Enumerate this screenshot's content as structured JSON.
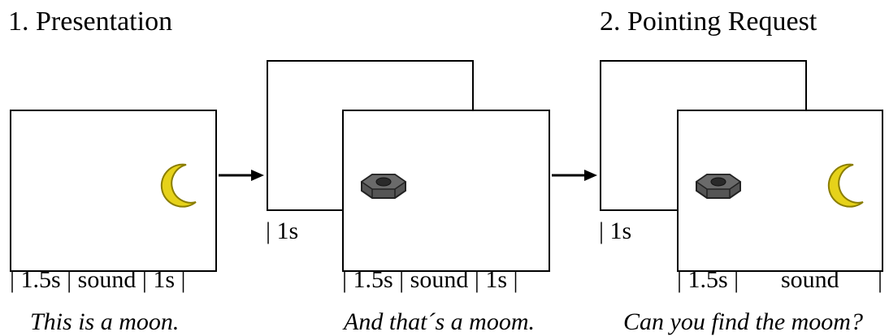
{
  "headings": {
    "presentation": "1. Presentation",
    "pointing_request": "2. Pointing Request"
  },
  "panels": {
    "p1": {
      "timing": "| 1.5s | sound | 1s |",
      "caption": "This is a moon.",
      "object": "moon-icon"
    },
    "p2": {
      "back_timing": "| 1s",
      "timing": "| 1.5s | sound | 1s |",
      "caption": "And that´s a moom.",
      "object": "nut-icon"
    },
    "p3": {
      "back_timing": "| 1s",
      "timing_left": "| 1.5s |",
      "timing_sound": "sound",
      "timing_right": "|",
      "caption": "Can you find the moom?",
      "objects": [
        "nut-icon",
        "moon-icon"
      ]
    }
  },
  "colors": {
    "moon_fill": "#e6d21a",
    "moon_edge": "#8a7d00",
    "nut_fill": "#555555",
    "nut_edge": "#222222"
  }
}
